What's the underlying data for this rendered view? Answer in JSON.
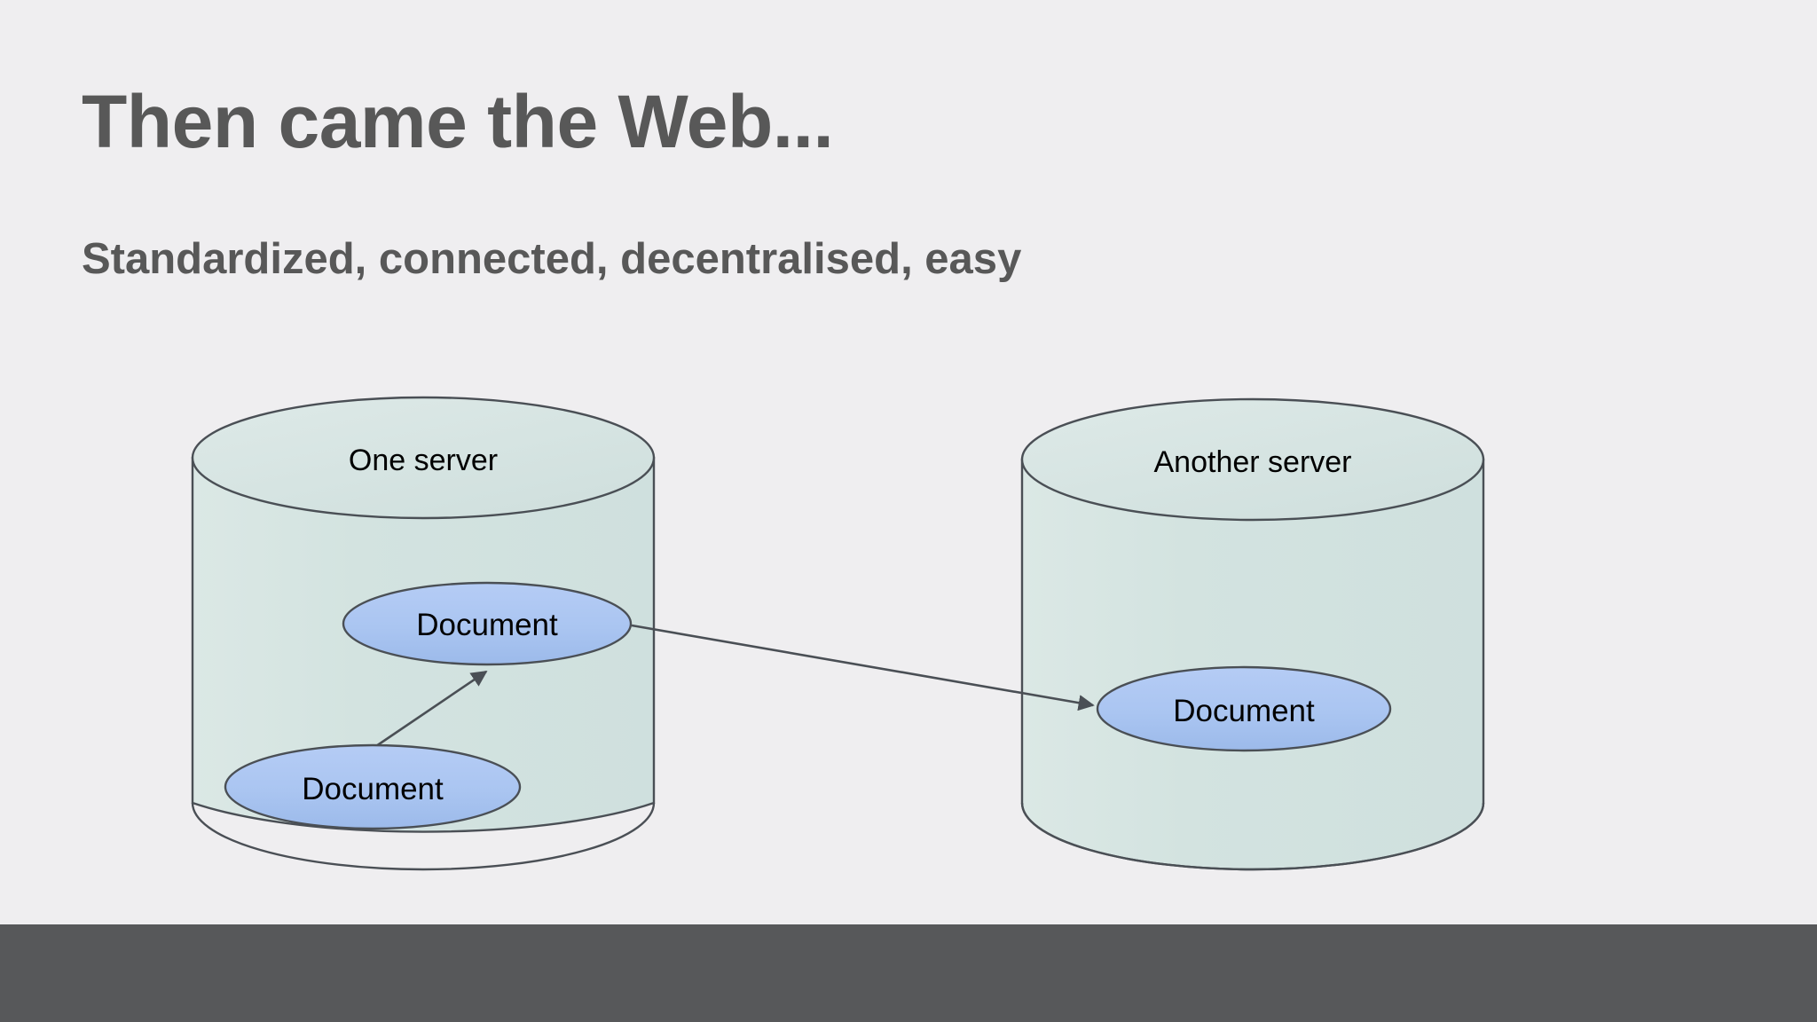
{
  "slide": {
    "title": "Then came the Web...",
    "subtitle": "Standardized, connected, decentralised, easy",
    "background_color": "#efeef0",
    "title_color": "#585858",
    "bottom_bar_color": "#57585a"
  },
  "diagram": {
    "type": "two-servers-with-linked-documents",
    "colors": {
      "cylinder_fill": "#d5e4e2",
      "cylinder_fill_light": "#dfeae8",
      "cylinder_stroke": "#4a4f55",
      "document_fill": "#adc6f2",
      "document_fill_dark": "#9ab8ec",
      "document_stroke": "#4a4f55",
      "arrow_color": "#4a4f55"
    },
    "servers": [
      {
        "id": "one-server",
        "label": "One server",
        "documents": [
          {
            "id": "doc-left-upper",
            "label": "Document"
          },
          {
            "id": "doc-left-lower",
            "label": "Document"
          }
        ]
      },
      {
        "id": "another-server",
        "label": "Another server",
        "documents": [
          {
            "id": "doc-right",
            "label": "Document"
          }
        ]
      }
    ],
    "links": [
      {
        "id": "link-internal",
        "from": "doc-left-lower",
        "to": "doc-left-upper",
        "style": "arrow"
      },
      {
        "id": "link-cross-server",
        "from": "doc-left-upper",
        "to": "doc-right",
        "style": "arrow"
      }
    ]
  }
}
